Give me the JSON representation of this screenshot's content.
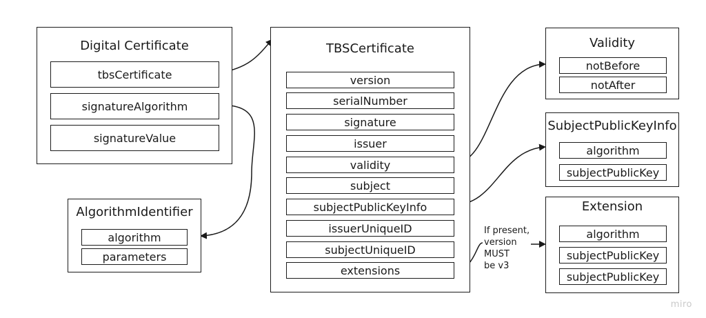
{
  "digital_certificate": {
    "title": "Digital Certificate",
    "fields": [
      "tbsCertificate",
      "signatureAlgorithm",
      "signatureValue"
    ]
  },
  "algorithm_identifier": {
    "title": "AlgorithmIdentifier",
    "fields": [
      "algorithm",
      "parameters"
    ]
  },
  "tbs_certificate": {
    "title": "TBSCertificate",
    "fields": [
      "version",
      "serialNumber",
      "signature",
      "issuer",
      "validity",
      "subject",
      "subjectPublicKeyInfo",
      "issuerUniqueID",
      "subjectUniqueID",
      "extensions"
    ]
  },
  "validity": {
    "title": "Validity",
    "fields": [
      "notBefore",
      "notAfter"
    ]
  },
  "subject_public_key_info": {
    "title": "SubjectPublicKeyInfo",
    "fields": [
      "algorithm",
      "subjectPublicKey"
    ]
  },
  "extension": {
    "title": "Extension",
    "fields": [
      "algorithm",
      "subjectPublicKey",
      "subjectPublicKey"
    ]
  },
  "extensions_note": "If present,\nversion\nMUST\nbe v3",
  "watermark": "miro"
}
